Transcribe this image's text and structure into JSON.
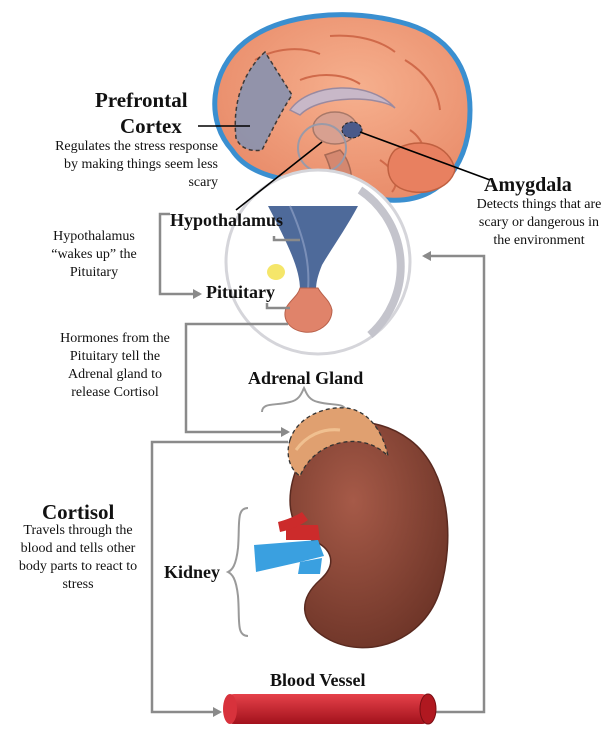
{
  "labels": {
    "prefrontal_title_1": "Prefrontal",
    "prefrontal_title_2": "Cortex",
    "prefrontal_desc": "Regulates the stress response by making things seem less scary",
    "amygdala_title": "Amygdala",
    "amygdala_desc": "Detects things that are scary or dangerous in the environment",
    "hypothalamus": "Hypothalamus",
    "hypothalamus_note": "Hypothalamus “wakes up” the Pituitary",
    "pituitary": "Pituitary",
    "hormones_note": "Hormones from the Pituitary tell the Adrenal gland to release Cortisol",
    "adrenal_gland": "Adrenal Gland",
    "cortisol_title": "Cortisol",
    "cortisol_desc": "Travels through the blood and tells other body parts to react to stress",
    "kidney": "Kidney",
    "blood_vessel": "Blood Vessel"
  },
  "colors": {
    "brain_fill": "#f2a07e",
    "brain_outline": "#3a8fd0",
    "prefrontal": "#8e93ad",
    "amygdala": "#4a5a8a",
    "pituitary_stalk": "#4e6a9a",
    "pituitary_gland": "#e0836a",
    "yellow_spot": "#f5e66a",
    "adrenal": "#e0a070",
    "kidney": "#8c4a3a",
    "artery": "#cc2b2b",
    "vein": "#3aa0e0",
    "blood_vessel": "#c8202a",
    "arrow": "#8a8a8a"
  }
}
